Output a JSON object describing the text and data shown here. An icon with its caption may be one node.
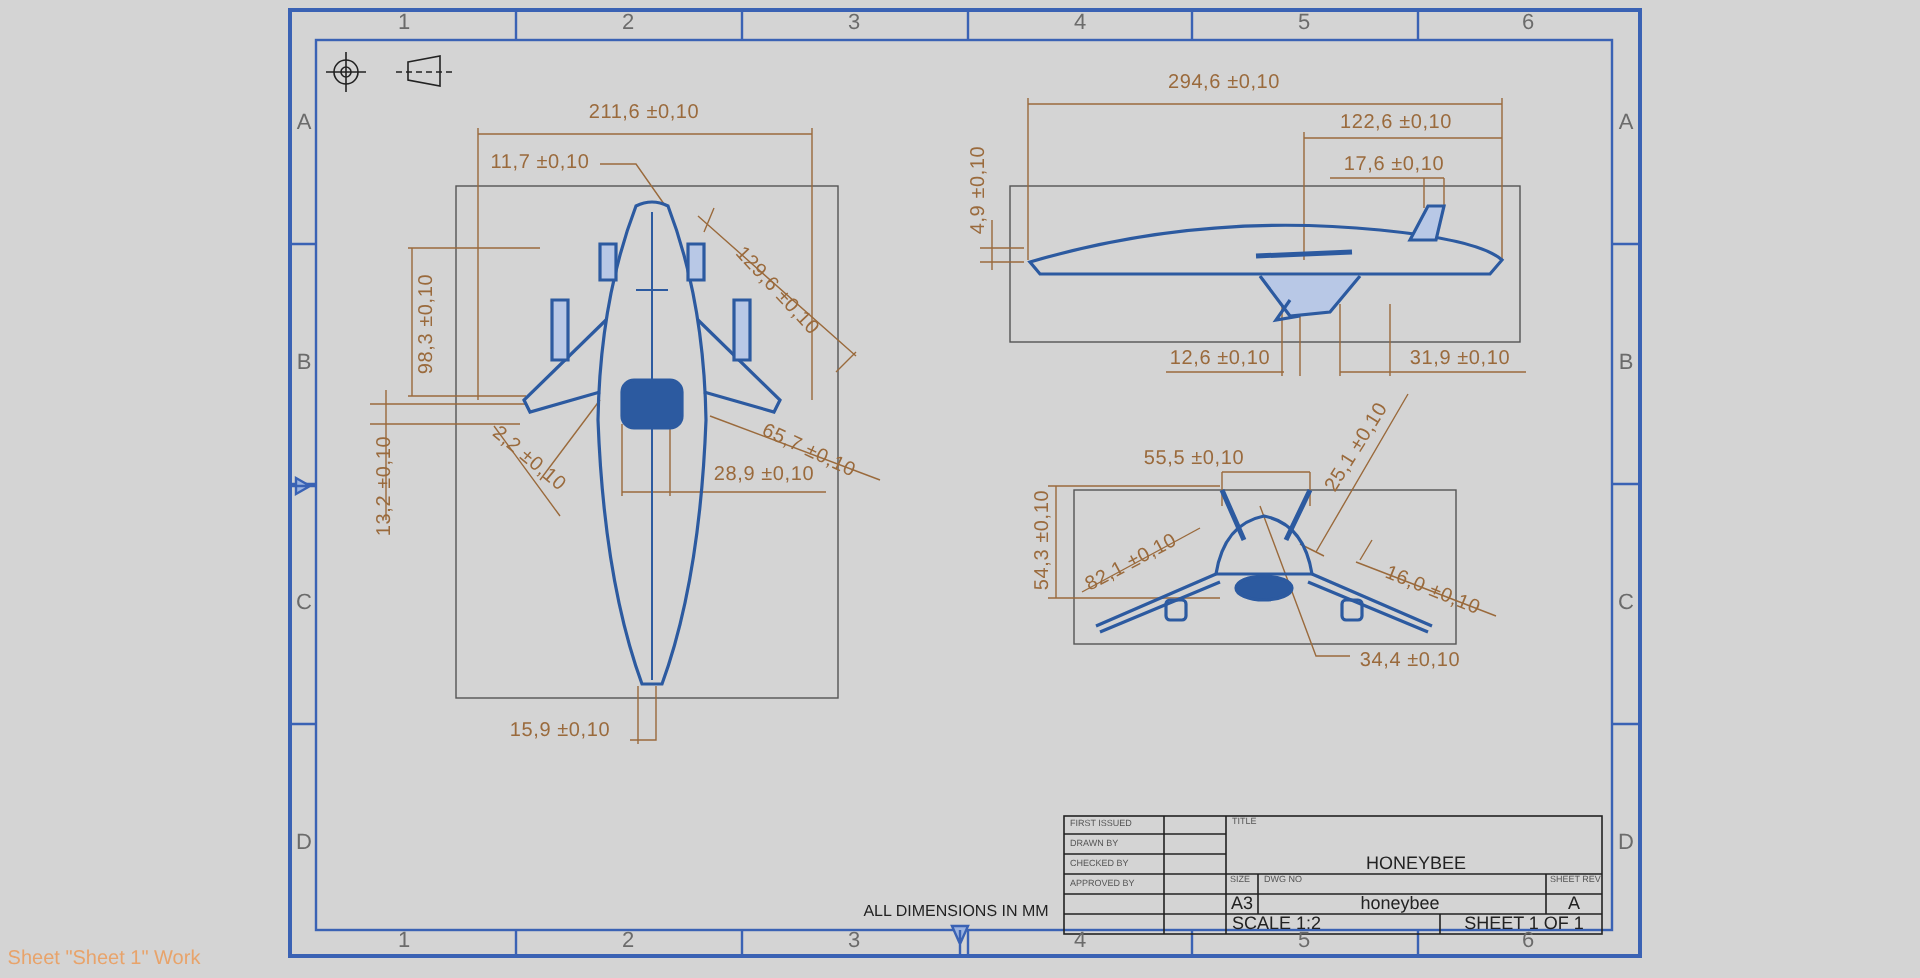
{
  "diagram": {
    "labels": [
      "1",
      "2",
      "3",
      "4",
      "5",
      "6",
      "294,6 ±0,10",
      "211,6 ±0,10",
      "A",
      "122,6 ±0,10",
      "A",
      "11,7 ±0,10",
      "17,6 ±0,10",
      "4,9 ±0,10",
      "98,3 ±0,10",
      "129,6 ±0,10",
      "B",
      "12,6 ±0,10",
      "31,9 ±0,10",
      "B",
      "13,2 ±0,10",
      "2,2 ±0,10",
      "28,9 ±0,10",
      "65,7 ±0,10",
      "55,5 ±0,10",
      "25,1 ±0,10",
      "C",
      "54,3 ±0,10",
      "82,1 ±0,10",
      "16,0 ±0,10",
      "C",
      "34,4 ±0,10",
      "15,9 ±0,10",
      "FIRST ISSUED",
      "TITLE",
      "D",
      "DRAWN BY",
      "D",
      "CHECKED BY",
      "HONEYBEE",
      "APPROVED BY",
      "SIZE",
      "DWG NO",
      "SHEET REV",
      "ALL DIMENSIONS IN MM",
      "A3",
      "honeybee",
      "A",
      "SCALE 1:2",
      "SHEET 1 OF 1",
      "1",
      "2",
      "3",
      "4",
      "5",
      "6",
      "Sheet \"Sheet 1\" Work"
    ]
  }
}
